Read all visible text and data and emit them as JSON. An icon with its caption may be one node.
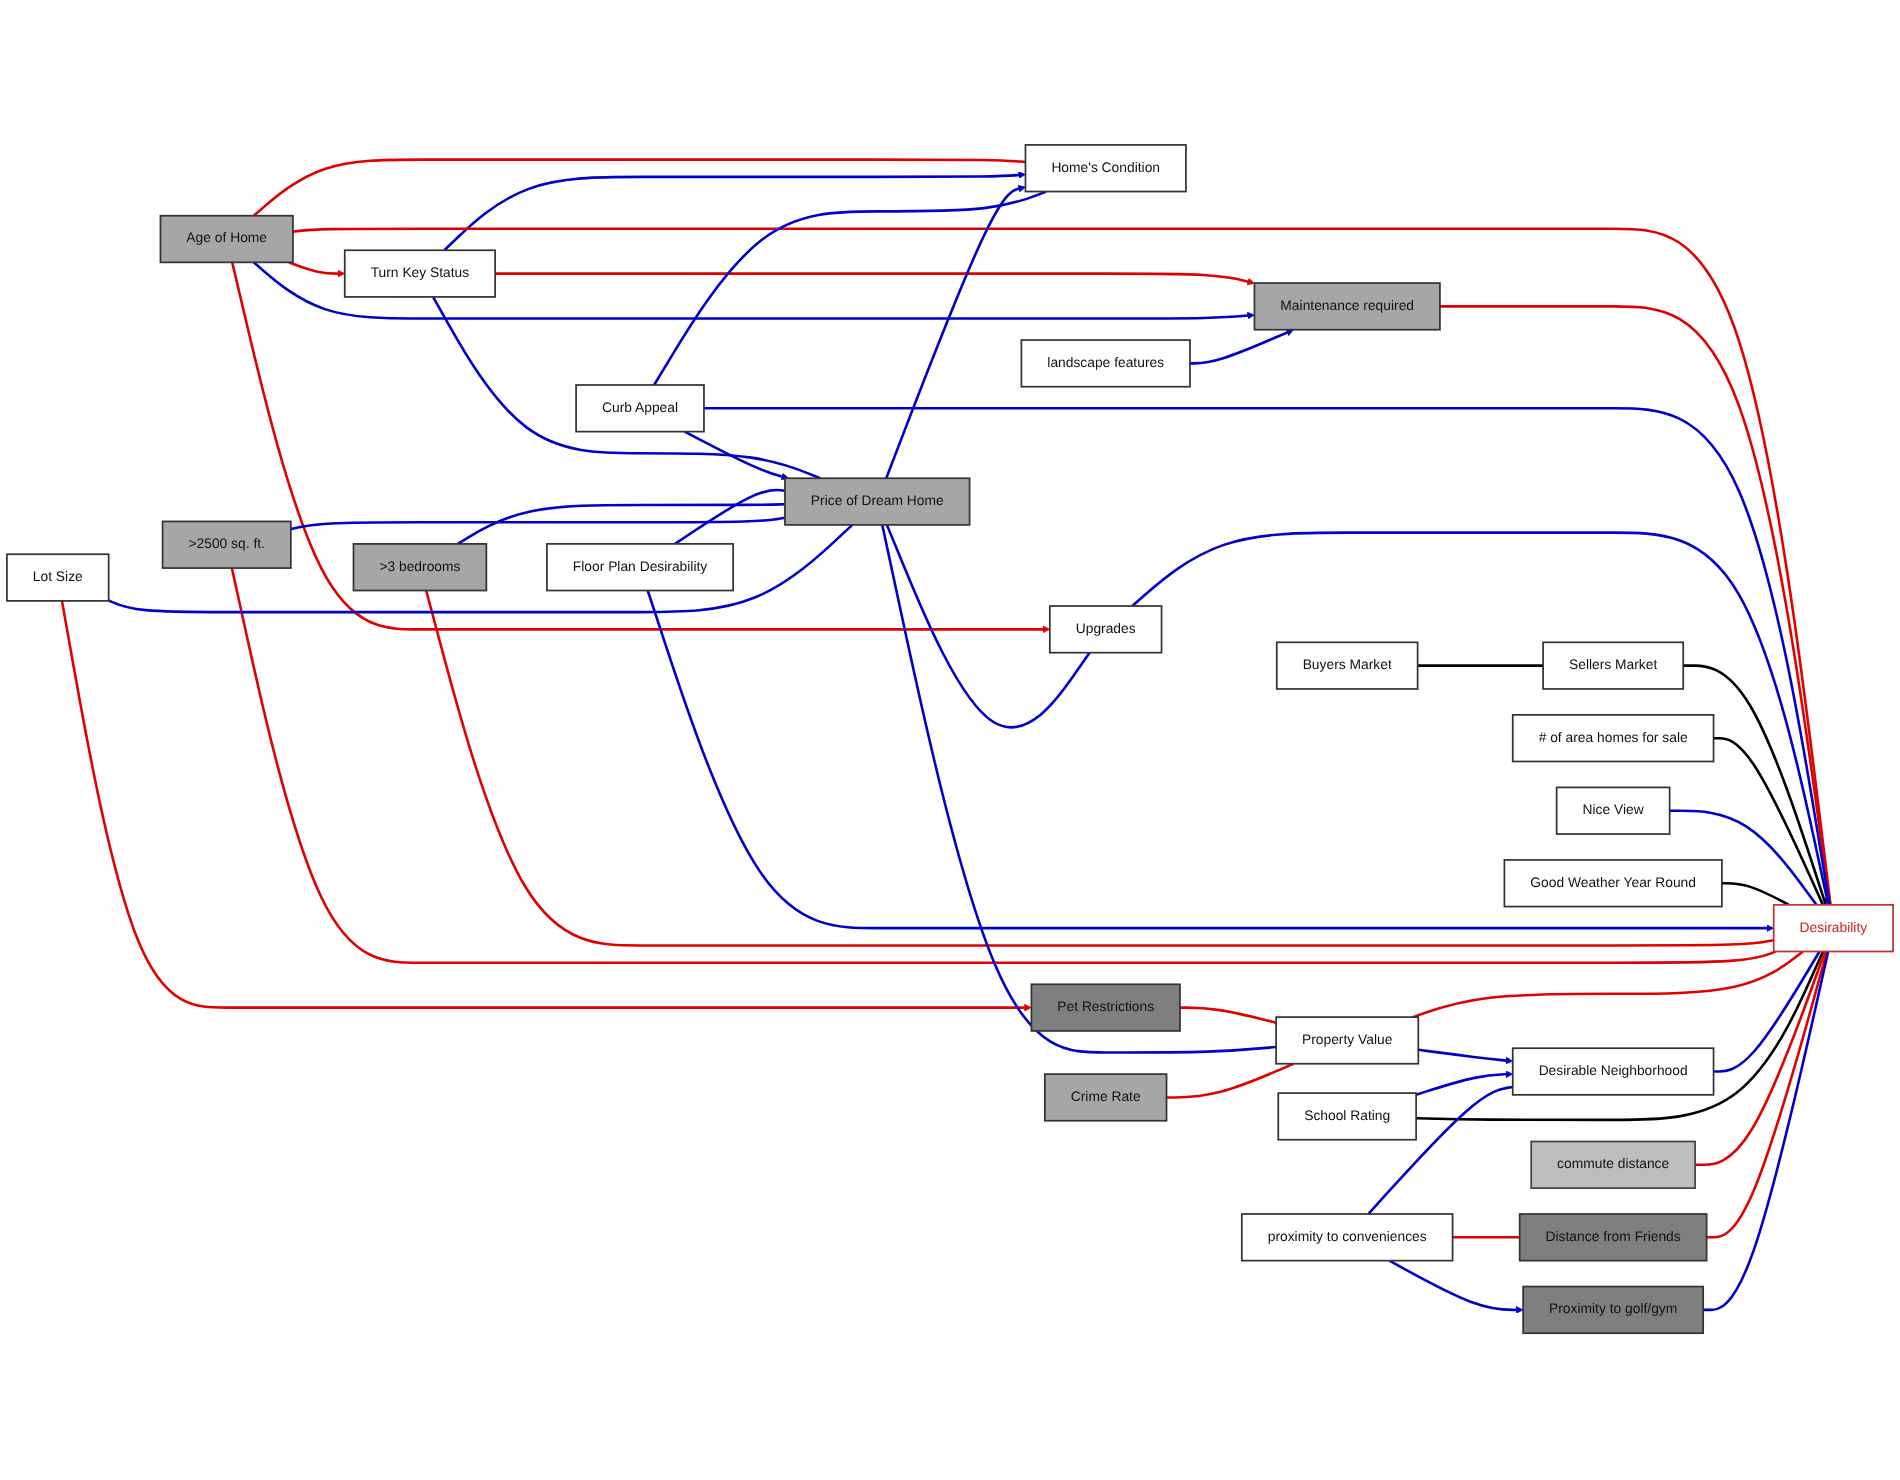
{
  "diagram": {
    "nodes": [
      {
        "text": [
          "Turn Key Status"
        ]
      },
      {
        "text": [
          "Age of Home"
        ]
      },
      {
        "text": [
          "Buyers Market"
        ]
      },
      {
        "text": [
          "# of area homes for sale"
        ]
      },
      {
        "text": [
          "Home's Condition"
        ]
      },
      {
        "text": [
          "Maintenance required"
        ]
      },
      {
        "text": [
          "Sellers Market"
        ]
      },
      {
        "text": [
          "Nice View"
        ]
      },
      {
        "text": [
          "Curb Appeal"
        ]
      },
      {
        "text": [
          "Price of Dream Home"
        ]
      },
      {
        "text": [
          "Good Weather Year Round"
        ]
      },
      {
        "text": [
          "Desirability"
        ]
      },
      {
        "text": [
          "Upgrades"
        ]
      },
      {
        "text": [
          "Floor Plan Desirability"
        ]
      },
      {
        "text": [
          "landscape features"
        ]
      },
      {
        "text": [
          ">3 bedrooms"
        ]
      },
      {
        "text": [
          "Desirable Neighborhood"
        ]
      },
      {
        "text": [
          "commute distance"
        ]
      },
      {
        "text": [
          ">2500 sq. ft."
        ]
      },
      {
        "text": [
          "Property Value"
        ]
      },
      {
        "text": [
          "Distance from Friends"
        ]
      },
      {
        "text": [
          "Lot Size"
        ]
      },
      {
        "text": [
          "School Rating"
        ]
      },
      {
        "text": [
          "Crime Rate"
        ]
      },
      {
        "text": [
          "Proximity to golf/gym"
        ]
      },
      {
        "text": [
          "Pet Restrictions"
        ]
      },
      {
        "text": [
          "proximity to conveniences"
        ]
      }
    ],
    "edges": [
      {
        "from": 1,
        "to": 0,
        "arrow": "to",
        "color": "#e00000"
      },
      {
        "from": 1,
        "to": 4,
        "arrow": "none",
        "color": "#e00000"
      },
      {
        "from": 0,
        "to": 5,
        "arrow": "to",
        "color": "#e00000"
      },
      {
        "from": 0,
        "to": 4,
        "arrow": "to"
      },
      {
        "from": 1,
        "to": 5,
        "arrow": "to"
      },
      {
        "from": 0,
        "to": 9,
        "arrow": "none"
      },
      {
        "from": 1,
        "to": 12,
        "arrow": "to",
        "color": "#e00000"
      },
      {
        "from": 1,
        "to": 11,
        "arrow": "none",
        "color": "#e00000"
      },
      {
        "from": 5,
        "to": 11,
        "arrow": "none",
        "color": "#e00000"
      },
      {
        "from": 9,
        "to": 4,
        "arrow": "to"
      },
      {
        "from": 8,
        "to": 4,
        "arrow": "none"
      },
      {
        "from": 8,
        "to": 9,
        "arrow": "to"
      },
      {
        "from": 8,
        "to": 11,
        "arrow": "none"
      },
      {
        "from": 14,
        "to": 5,
        "arrow": "to"
      },
      {
        "from": 9,
        "to": 12,
        "arrow": "none"
      },
      {
        "from": 12,
        "to": 11,
        "arrow": "to"
      },
      {
        "from": 2,
        "to": 6,
        "arrow": "none",
        "color": "#000000"
      },
      {
        "from": 6,
        "to": 11,
        "arrow": "none",
        "color": "#000000"
      },
      {
        "from": 3,
        "to": 11,
        "arrow": "none",
        "color": "#000000"
      },
      {
        "from": 7,
        "to": 11,
        "arrow": "none"
      },
      {
        "from": 10,
        "to": 11,
        "arrow": "none",
        "color": "#000000"
      },
      {
        "from": 13,
        "to": 9,
        "arrow": "none"
      },
      {
        "from": 13,
        "to": 11,
        "arrow": "to"
      },
      {
        "from": 15,
        "to": 9,
        "arrow": "none"
      },
      {
        "from": 15,
        "to": 11,
        "arrow": "none",
        "color": "#e00000"
      },
      {
        "from": 18,
        "to": 9,
        "arrow": "none"
      },
      {
        "from": 18,
        "to": 11,
        "arrow": "none",
        "color": "#e00000"
      },
      {
        "from": 21,
        "to": 9,
        "arrow": "none"
      },
      {
        "from": 21,
        "to": 25,
        "arrow": "to",
        "color": "#e00000"
      },
      {
        "from": 25,
        "to": 19,
        "arrow": "none",
        "color": "#e00000"
      },
      {
        "from": 19,
        "to": 11,
        "arrow": "none",
        "color": "#e00000"
      },
      {
        "from": 9,
        "to": 19,
        "arrow": "none"
      },
      {
        "from": 19,
        "to": 16,
        "arrow": "to"
      },
      {
        "from": 23,
        "to": 19,
        "arrow": "none",
        "color": "#e00000"
      },
      {
        "from": 16,
        "to": 11,
        "arrow": "none"
      },
      {
        "from": 22,
        "to": 16,
        "arrow": "to"
      },
      {
        "from": 22,
        "to": 11,
        "arrow": "none",
        "color": "#000000"
      },
      {
        "from": 26,
        "to": 16,
        "arrow": "none"
      },
      {
        "from": 26,
        "to": 24,
        "arrow": "to"
      },
      {
        "from": 26,
        "to": 20,
        "arrow": "none",
        "color": "#e00000"
      },
      {
        "from": 17,
        "to": 11,
        "arrow": "none",
        "color": "#e00000"
      },
      {
        "from": 20,
        "to": 11,
        "arrow": "none",
        "color": "#e00000"
      },
      {
        "from": 24,
        "to": 11,
        "arrow": "none"
      }
    ]
  }
}
